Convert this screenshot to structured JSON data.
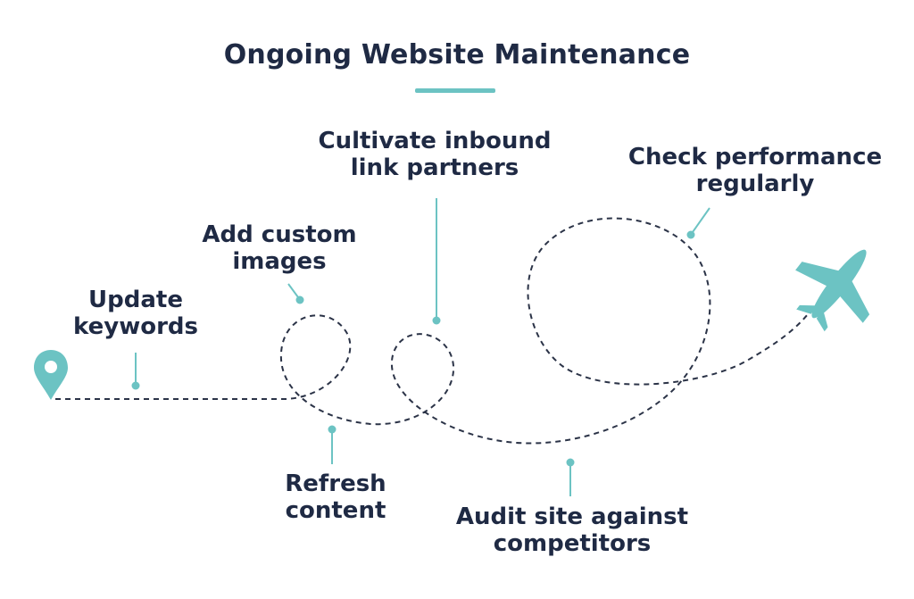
{
  "title": "Ongoing Website Maintenance",
  "colors": {
    "accent": "#6cc3c3",
    "text": "#1f2a44",
    "path": "#2b3347"
  },
  "icons": {
    "start": "map-pin-icon",
    "end": "airplane-icon"
  },
  "steps": [
    {
      "id": "update-keywords",
      "lines": [
        "Update",
        "keywords"
      ]
    },
    {
      "id": "add-custom-images",
      "lines": [
        "Add custom",
        "images"
      ]
    },
    {
      "id": "refresh-content",
      "lines": [
        "Refresh",
        "content"
      ]
    },
    {
      "id": "cultivate-inbound-link-partners",
      "lines": [
        "Cultivate inbound",
        "link partners"
      ]
    },
    {
      "id": "audit-site-against-competitors",
      "lines": [
        "Audit site against",
        "competitors"
      ]
    },
    {
      "id": "check-performance-regularly",
      "lines": [
        "Check performance",
        "regularly"
      ]
    }
  ]
}
